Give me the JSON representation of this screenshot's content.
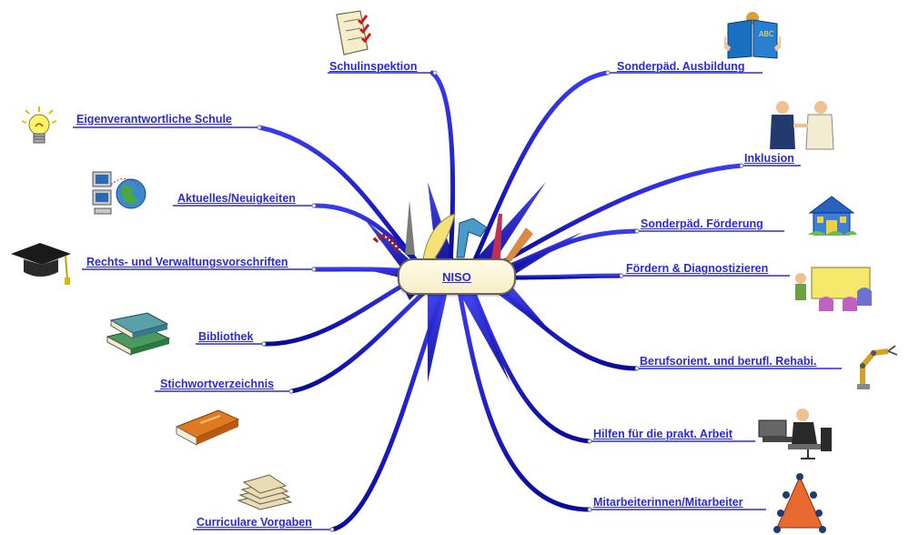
{
  "center": {
    "label": "NISO"
  },
  "branches": {
    "schulinspektion": "Schulinspektion",
    "eigenverantwortliche_schule": "Eigenverantwortliche Schule",
    "aktuelles": "Aktuelles/Neuigkeiten",
    "rechts_verwaltung": "Rechts- und Verwaltungsvorschriften",
    "bibliothek": "Bibliothek",
    "stichwortverzeichnis": "Stichwortverzeichnis",
    "curriculare_vorgaben": "Curriculare Vorgaben",
    "sonderpaed_ausbildung": "Sonderpäd. Ausbildung",
    "inklusion": "Inklusion",
    "sonderpaed_foerderung": "Sonderpäd. Förderung",
    "foerdern_diagnostizieren": "Fördern & Diagnostizieren",
    "berufsorient": "Berufsorient. und berufl. Rehabi.",
    "hilfen_praxis": "Hilfen für die prakt. Arbeit",
    "mitarbeiter": "Mitarbeiterinnen/Mitarbeiter"
  },
  "icons": {
    "schulinspektion": "checklist-icon",
    "eigenverantwortliche_schule": "lightbulb-icon",
    "aktuelles": "computer-globe-icon",
    "rechts_verwaltung": "graduation-cap-icon",
    "bibliothek": "books-icon",
    "stichwortverzeichnis": "book-icon",
    "curriculare_vorgaben": "papers-stack-icon",
    "sonderpaed_ausbildung": "abc-book-reader-icon",
    "inklusion": "people-handshake-icon",
    "sonderpaed_foerderung": "schoolhouse-icon",
    "foerdern_diagnostizieren": "classroom-icon",
    "berufsorient": "robot-arm-icon",
    "hilfen_praxis": "office-worker-icon",
    "mitarbeiter": "team-meeting-icon",
    "center": "swiss-army-knife-icon"
  },
  "colors": {
    "branch": "#1414c8",
    "branch_light": "#5a5aff",
    "link_text": "#2a2ad8",
    "center_fill": "#fbf5dc",
    "center_border": "#6b6354"
  }
}
